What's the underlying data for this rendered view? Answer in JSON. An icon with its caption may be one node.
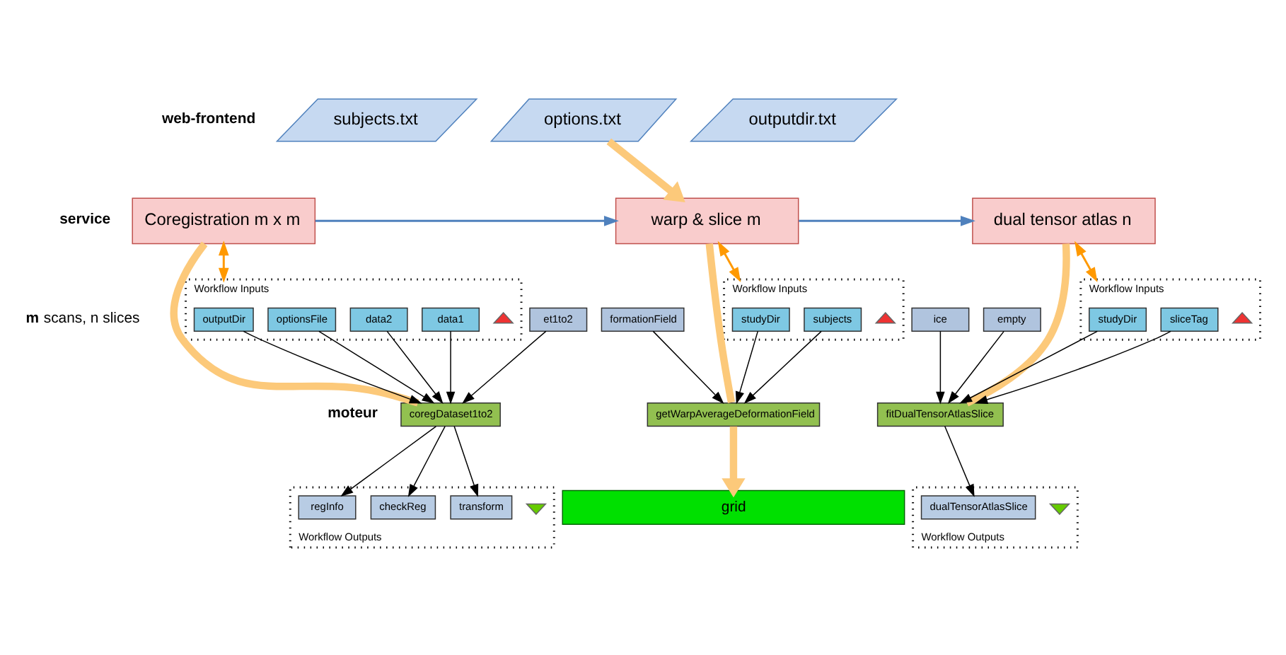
{
  "diagram": {
    "nodes": [
      {
        "text": [
          "subjects.txt"
        ]
      },
      {
        "text": [
          "options.txt"
        ]
      },
      {
        "text": [
          "outputdir.txt"
        ]
      },
      {
        "text": [
          "Coregistration m x m"
        ]
      },
      {
        "text": [
          "warp & slice m"
        ]
      },
      {
        "text": [
          "dual tensor atlas n"
        ]
      },
      {
        "text": [
          "et1to2"
        ]
      },
      {
        "text": [
          "Workflow Inputs"
        ]
      },
      {
        "text": [
          "outputDir"
        ],
        "in": 7
      },
      {
        "text": [
          "optionsFile"
        ],
        "in": 7
      },
      {
        "text": [
          "data2"
        ],
        "in": 7
      },
      {
        "text": [
          "data1"
        ],
        "in": 7
      },
      {
        "text": [],
        "shape": "triangle",
        "in": 7
      },
      {
        "text": [
          "coregDataset1to2"
        ]
      },
      {
        "text": [
          "Workflow Outputs"
        ]
      },
      {
        "text": [
          "regInfo"
        ],
        "in": 14
      },
      {
        "text": [
          "checkReg"
        ],
        "in": 14
      },
      {
        "text": [
          "transform"
        ],
        "in": 14
      },
      {
        "text": [],
        "shape": "triangle",
        "in": 14
      },
      {
        "text": [
          "formationField"
        ]
      },
      {
        "text": [
          "Workflow Inputs"
        ]
      },
      {
        "text": [
          "studyDir"
        ],
        "in": 20
      },
      {
        "text": [
          "subjects"
        ],
        "in": 20
      },
      {
        "text": [],
        "shape": "triangle",
        "in": 20
      },
      {
        "text": [
          "getWarpAverageDeformationField"
        ]
      },
      {
        "text": [
          "ice"
        ]
      },
      {
        "text": [
          "empty"
        ]
      },
      {
        "text": [
          "Workflow Inputs"
        ]
      },
      {
        "text": [
          "studyDir"
        ],
        "in": 27
      },
      {
        "text": [
          "sliceTag"
        ],
        "in": 27
      },
      {
        "text": [],
        "shape": "triangle",
        "in": 27
      },
      {
        "text": [
          "fitDualTensorAtlasSlice"
        ]
      },
      {
        "text": [
          "Workflow Outputs"
        ]
      },
      {
        "text": [
          "dualTensorAtlasSlice"
        ],
        "in": 32
      },
      {
        "text": [],
        "shape": "triangle",
        "in": 32
      },
      {
        "text": [
          "grid"
        ]
      }
    ],
    "edges": [
      {
        "from": 1,
        "to": 4,
        "arrow": "to",
        "style": "thick",
        "color": "#fcc97a"
      },
      {
        "from": 3,
        "to": 4,
        "arrow": "to",
        "color": "#4f81bd"
      },
      {
        "from": 4,
        "to": 5,
        "arrow": "to",
        "color": "#4f81bd"
      },
      {
        "from": 3,
        "to": 13,
        "arrow": "none",
        "style": "thick",
        "color": "#fcc97a"
      },
      {
        "from": 3,
        "to": 7,
        "arrow": "both",
        "color": "#ff9900"
      },
      {
        "from": 4,
        "to": 24,
        "arrow": "none",
        "style": "thick",
        "color": "#fcc97a"
      },
      {
        "from": 4,
        "to": 20,
        "arrow": "both",
        "color": "#ff9900"
      },
      {
        "from": 5,
        "to": 31,
        "arrow": "none",
        "style": "thick",
        "color": "#fcc97a"
      },
      {
        "from": 5,
        "to": 27,
        "arrow": "both",
        "color": "#ff9900"
      },
      {
        "from": 6,
        "to": 13,
        "arrow": "to"
      },
      {
        "from": 8,
        "to": 13,
        "arrow": "to"
      },
      {
        "from": 9,
        "to": 13,
        "arrow": "to"
      },
      {
        "from": 10,
        "to": 13,
        "arrow": "to"
      },
      {
        "from": 11,
        "to": 13,
        "arrow": "to"
      },
      {
        "from": 13,
        "to": 15,
        "arrow": "to"
      },
      {
        "from": 13,
        "to": 16,
        "arrow": "to"
      },
      {
        "from": 13,
        "to": 17,
        "arrow": "to"
      },
      {
        "from": 19,
        "to": 24,
        "arrow": "to"
      },
      {
        "from": 21,
        "to": 24,
        "arrow": "to"
      },
      {
        "from": 22,
        "to": 24,
        "arrow": "to"
      },
      {
        "from": 25,
        "to": 31,
        "arrow": "to"
      },
      {
        "from": 26,
        "to": 31,
        "arrow": "to"
      },
      {
        "from": 28,
        "to": 31,
        "arrow": "to"
      },
      {
        "from": 29,
        "to": 31,
        "arrow": "to"
      },
      {
        "from": 31,
        "to": 33,
        "arrow": "to"
      },
      {
        "from": 24,
        "to": 35,
        "arrow": "to",
        "style": "thick",
        "color": "#fcc97a"
      }
    ],
    "labels": [
      "web-frontend",
      "service",
      "**m** scans, n slices",
      "moteur"
    ]
  }
}
